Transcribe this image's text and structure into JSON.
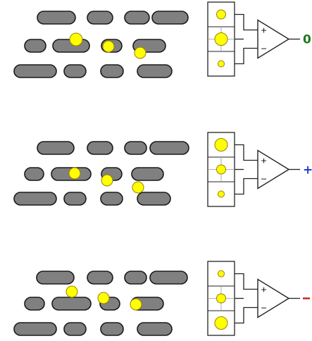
{
  "colors": {
    "pill": "#808080",
    "pill_stroke": "#1a1a1a",
    "dot": "#ffff00",
    "dot_stroke": "#9a7f00",
    "line": "#222222",
    "output_zero": "#1a7a1a",
    "output_plus": "#1a3fd0",
    "output_minus": "#d01a1a"
  },
  "icons": {
    "pill": "rounded-bar-shape",
    "dot": "yellow-circle",
    "amplifier": "op-amp-triangle"
  },
  "comparator": {
    "plus_label": "+",
    "minus_label": "−"
  },
  "panels": [
    {
      "dot_sizes": [
        "medium",
        "large",
        "small"
      ],
      "output_symbol": "0",
      "output_color": "#1a7a1a",
      "output_kind": "text"
    },
    {
      "dot_sizes": [
        "large",
        "medium",
        "small"
      ],
      "output_symbol": "+",
      "output_color": "#1a3fd0",
      "output_kind": "text"
    },
    {
      "dot_sizes": [
        "small",
        "medium",
        "large"
      ],
      "output_symbol": "",
      "output_color": "#d01a1a",
      "output_kind": "dash"
    }
  ]
}
